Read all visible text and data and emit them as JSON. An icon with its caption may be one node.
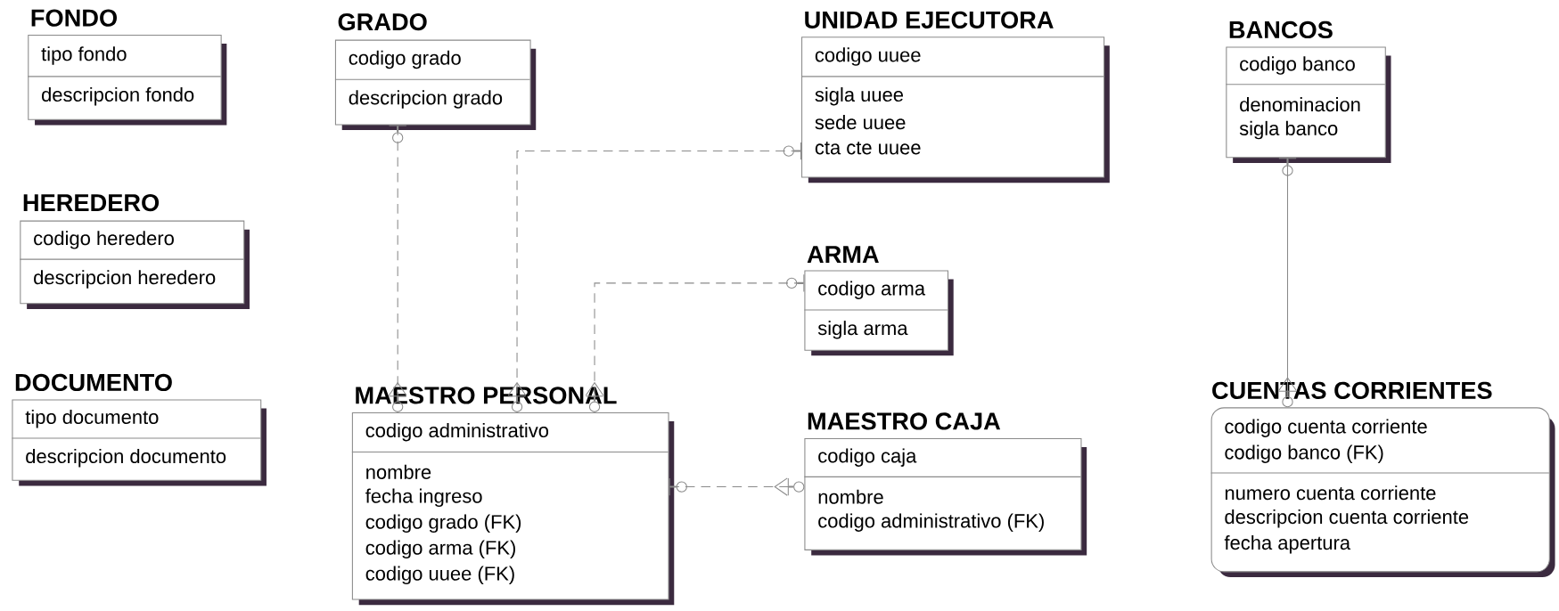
{
  "diagram": {
    "nodes": [
      {
        "text": [
          "FONDO",
          "tipo fondo",
          "descripcion fondo"
        ]
      },
      {
        "text": [
          "GRADO",
          "codigo grado",
          "descripcion grado"
        ]
      },
      {
        "text": [
          "UNIDAD EJECUTORA",
          "codigo uuee",
          "sigla uuee",
          "sede uuee",
          "cta cte uuee"
        ]
      },
      {
        "text": [
          "BANCOS",
          "codigo banco",
          "denominacion",
          "sigla banco"
        ]
      },
      {
        "text": [
          "HEREDERO",
          "codigo heredero",
          "descripcion heredero"
        ]
      },
      {
        "text": [
          "ARMA",
          "codigo arma",
          "sigla arma"
        ]
      },
      {
        "text": [
          "DOCUMENTO",
          "tipo documento",
          "descripcion documento"
        ]
      },
      {
        "text": [
          "MAESTRO PERSONAL",
          "codigo administrativo",
          "nombre",
          "fecha ingreso",
          "codigo grado (FK)",
          "codigo arma (FK)",
          "codigo uuee (FK)"
        ]
      },
      {
        "text": [
          "MAESTRO CAJA",
          "codigo caja",
          "nombre",
          "codigo administrativo (FK)"
        ]
      },
      {
        "text": [
          "CUENTAS CORRIENTES",
          "codigo cuenta corriente",
          "codigo banco (FK)",
          "numero cuenta corriente",
          "descripcion cuenta corriente",
          "fecha apertura"
        ]
      }
    ],
    "edges": [
      {
        "from": 1,
        "to": 7,
        "arrow": "other",
        "style": "dashed"
      },
      {
        "from": 2,
        "to": 7,
        "arrow": "other",
        "style": "dashed"
      },
      {
        "from": 5,
        "to": 7,
        "arrow": "other",
        "style": "dashed"
      },
      {
        "from": 7,
        "to": 8,
        "arrow": "other",
        "style": "dashed"
      },
      {
        "from": 3,
        "to": 9,
        "arrow": "other"
      }
    ]
  }
}
